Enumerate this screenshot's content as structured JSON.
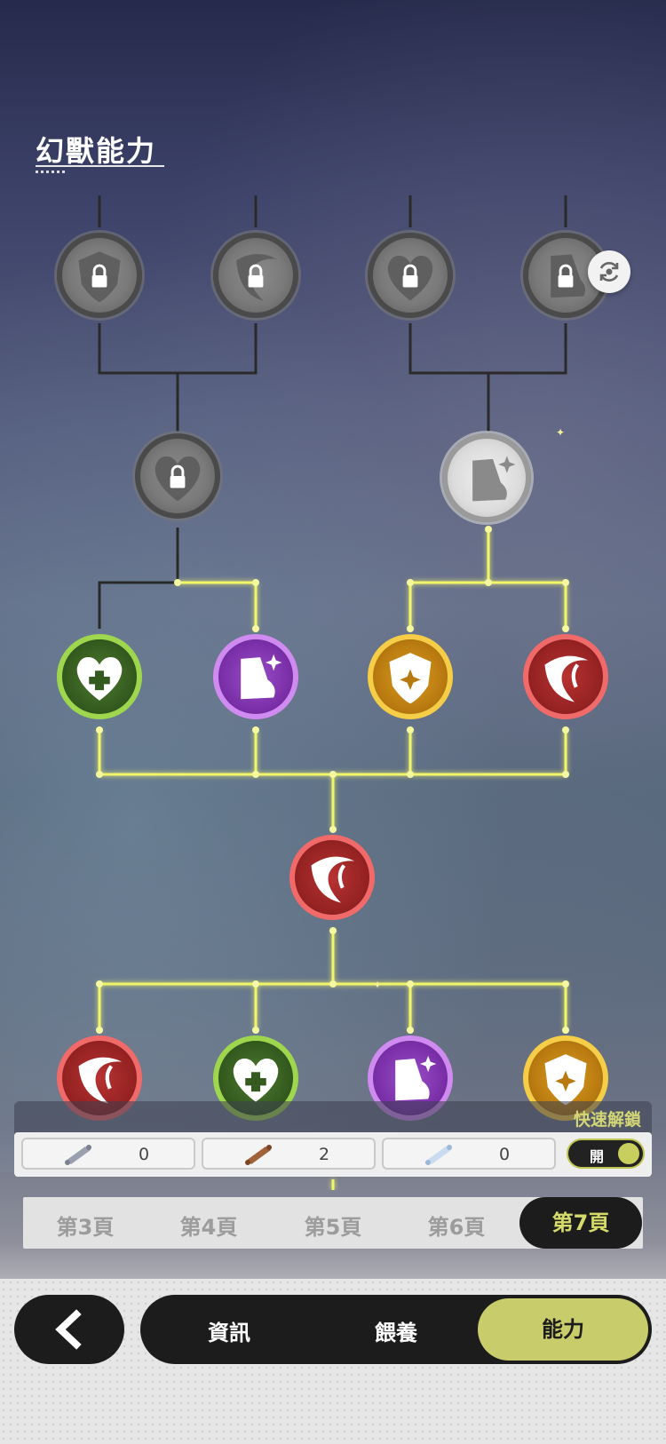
{
  "title": "幻獸能力",
  "colors": {
    "glow_line": "#f0f56a",
    "dark_line": "#2a2a2a",
    "accent": "#c9cc6b"
  },
  "tree": {
    "tier1": [
      "locked-shield-skill",
      "locked-claw-skill",
      "locked-heart-skill",
      "locked-boot-skill"
    ],
    "tier2": [
      "locked-heart-skill",
      "unlocked-boot-skill"
    ],
    "tier3": [
      "green-heart-plus-skill",
      "purple-boot-skill",
      "gold-shield-skill",
      "red-claw-skill"
    ],
    "tier4": [
      "red-claw-skill"
    ],
    "tier5": [
      "red-claw-skill",
      "green-heart-plus-skill",
      "purple-boot-skill",
      "gold-shield-skill"
    ]
  },
  "quick_unlock": {
    "label": "快速解鎖",
    "materials": [
      {
        "icon": "silver-scroll-icon",
        "count": "0"
      },
      {
        "icon": "brown-scroll-icon",
        "count": "2"
      },
      {
        "icon": "blue-scroll-icon",
        "count": "0"
      }
    ],
    "toggle_label": "開"
  },
  "pages": [
    "第3頁",
    "第4頁",
    "第5頁",
    "第6頁",
    "第7頁"
  ],
  "active_page": "第7頁",
  "nav": {
    "back_icon": "chevron-left-icon",
    "items": [
      "資訊",
      "餵養",
      "能力"
    ],
    "active": "能力"
  }
}
